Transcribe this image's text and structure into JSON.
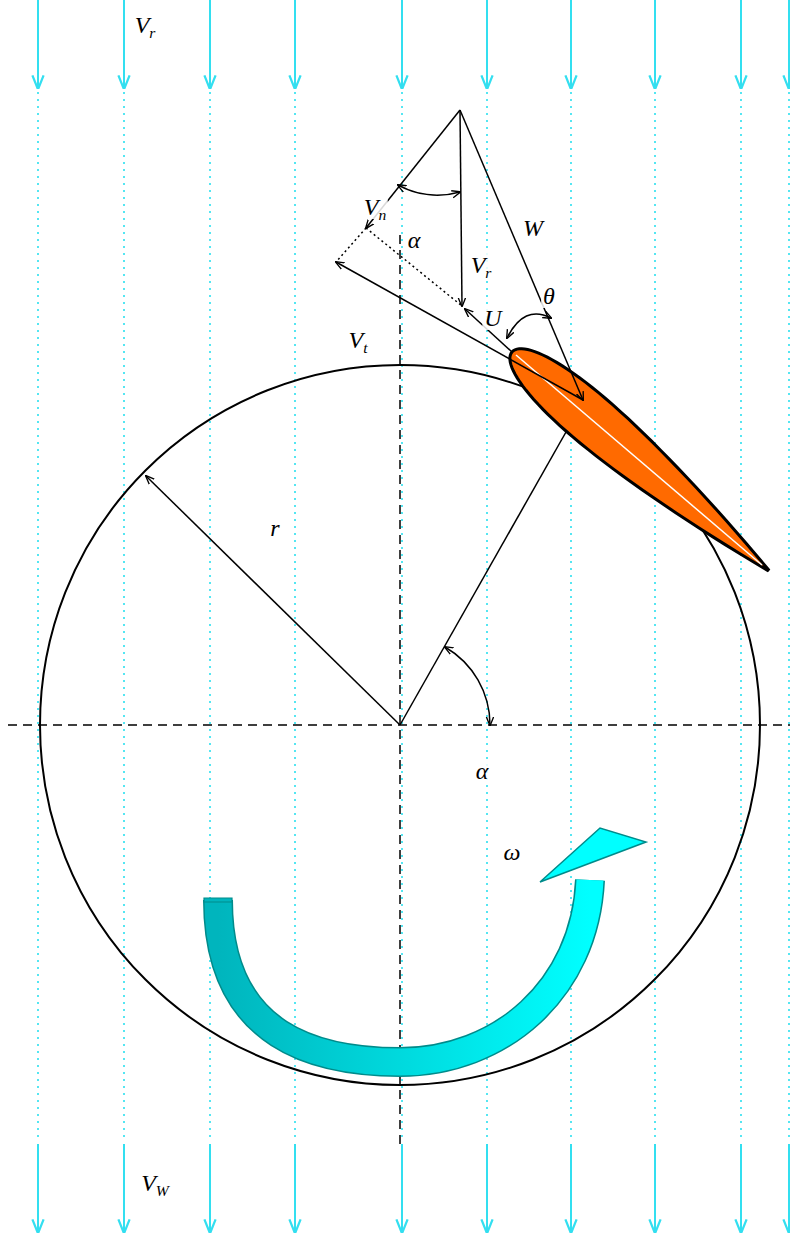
{
  "diagram": {
    "labels": [
      "Vr",
      "Vn",
      "α",
      "Vr",
      "W",
      "Vt",
      "U",
      "θ",
      "r",
      "α",
      "ω",
      "VW"
    ]
  }
}
